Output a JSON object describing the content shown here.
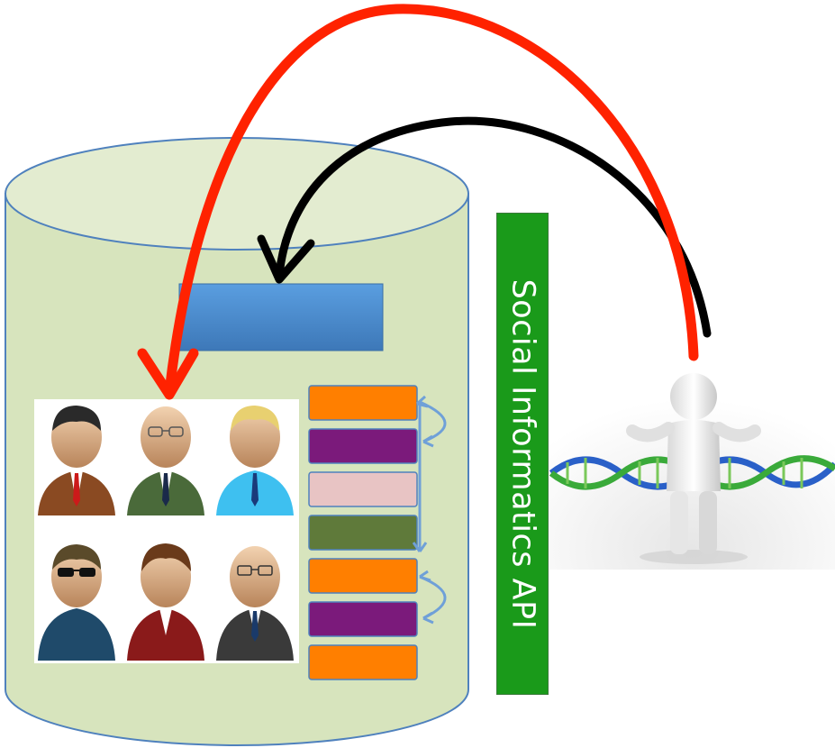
{
  "api": {
    "label": "Social Informatics API"
  },
  "colors": {
    "cylinder_fill": "#d7e4bd",
    "cylinder_stroke": "#4f81bd",
    "blue_box": "#4a8fd0",
    "orange": "#ff7f00",
    "purple": "#7b1a7b",
    "pink": "#e8c4c4",
    "olive": "#5f7a3a",
    "red_arrow": "#ff2200",
    "black_arrow": "#000000",
    "api_bg": "#1a9a1a"
  },
  "stack_blocks": [
    "orange",
    "purple",
    "pink",
    "olive",
    "orange",
    "purple",
    "orange"
  ],
  "people_icons": [
    "person-brown-suit-icon",
    "person-glasses-green-suit-icon",
    "person-blonde-blue-shirt-icon",
    "person-sunglasses-icon",
    "person-red-suit-icon",
    "person-glasses-grey-suit-icon"
  ]
}
